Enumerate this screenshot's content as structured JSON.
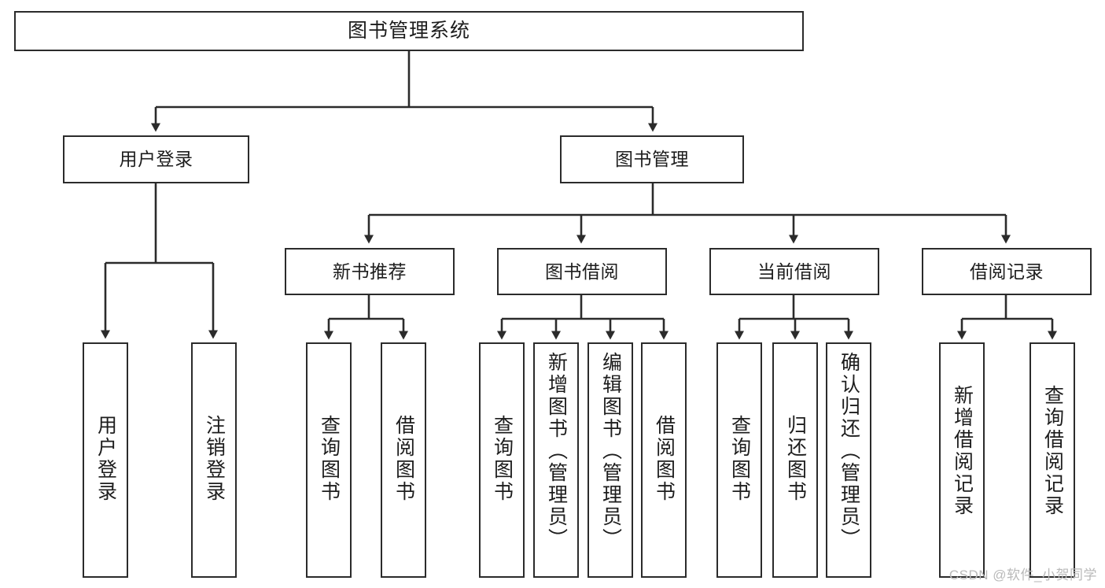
{
  "diagram": {
    "title": "图书管理系统",
    "type": "hierarchy-tree",
    "colors": {
      "stroke": "#2b2b2b",
      "fill": "#ffffff",
      "text": "#1d1d1d",
      "watermark": "#b9b9b9"
    },
    "levels": {
      "root": "图书管理系统",
      "level2": [
        "用户登录",
        "图书管理"
      ],
      "level3": [
        "新书推荐",
        "图书借阅",
        "当前借阅",
        "借阅记录"
      ]
    },
    "nodes": {
      "root": {
        "label": "图书管理系统"
      },
      "user_login": {
        "label": "用户登录"
      },
      "book_manage": {
        "label": "图书管理"
      },
      "new_book_rec": {
        "label": "新书推荐"
      },
      "book_borrow": {
        "label": "图书借阅"
      },
      "current_borrow": {
        "label": "当前借阅"
      },
      "borrow_record": {
        "label": "借阅记录"
      },
      "leaf_user_login": {
        "label": "用户登录"
      },
      "leaf_logout": {
        "label": "注销登录"
      },
      "leaf_query_book_a": {
        "label": "查询图书"
      },
      "leaf_borrow_book_a": {
        "label": "借阅图书"
      },
      "leaf_query_book_b": {
        "label": "查询图书"
      },
      "leaf_add_book": {
        "label": "新增图书（管理员）"
      },
      "leaf_edit_book": {
        "label": "编辑图书（管理员）"
      },
      "leaf_borrow_book_b": {
        "label": "借阅图书"
      },
      "leaf_query_book_c": {
        "label": "查询图书"
      },
      "leaf_return_book": {
        "label": "归还图书"
      },
      "leaf_confirm_return": {
        "label": "确认归还（管理员）"
      },
      "leaf_add_record": {
        "label": "新增借阅记录"
      },
      "leaf_query_record": {
        "label": "查询借阅记录"
      }
    },
    "edges": [
      {
        "from": "root",
        "to": "user_login"
      },
      {
        "from": "root",
        "to": "book_manage"
      },
      {
        "from": "user_login",
        "to": "leaf_user_login"
      },
      {
        "from": "user_login",
        "to": "leaf_logout"
      },
      {
        "from": "book_manage",
        "to": "new_book_rec"
      },
      {
        "from": "book_manage",
        "to": "book_borrow"
      },
      {
        "from": "book_manage",
        "to": "current_borrow"
      },
      {
        "from": "book_manage",
        "to": "borrow_record"
      },
      {
        "from": "new_book_rec",
        "to": "leaf_query_book_a"
      },
      {
        "from": "new_book_rec",
        "to": "leaf_borrow_book_a"
      },
      {
        "from": "book_borrow",
        "to": "leaf_query_book_b"
      },
      {
        "from": "book_borrow",
        "to": "leaf_add_book"
      },
      {
        "from": "book_borrow",
        "to": "leaf_edit_book"
      },
      {
        "from": "book_borrow",
        "to": "leaf_borrow_book_b"
      },
      {
        "from": "current_borrow",
        "to": "leaf_query_book_c"
      },
      {
        "from": "current_borrow",
        "to": "leaf_return_book"
      },
      {
        "from": "current_borrow",
        "to": "leaf_confirm_return"
      },
      {
        "from": "borrow_record",
        "to": "leaf_add_record"
      },
      {
        "from": "borrow_record",
        "to": "leaf_query_record"
      }
    ]
  },
  "watermark": {
    "text": "CSDN @软件_小贺同学"
  }
}
